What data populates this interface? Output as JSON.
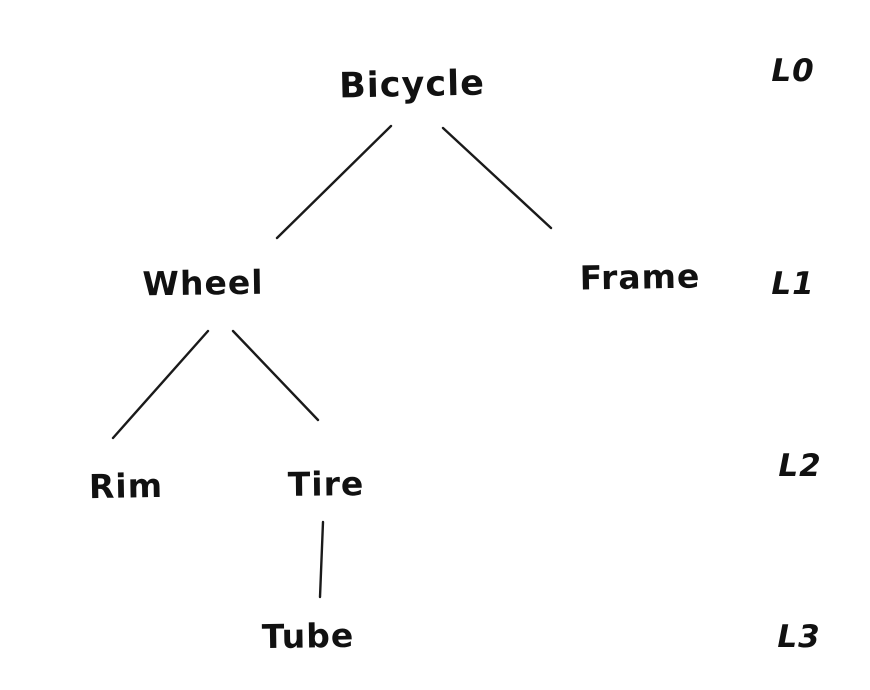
{
  "diagram": {
    "type": "tree",
    "style": "hand-drawn",
    "ink_color": "#111111",
    "background_color": "#ffffff",
    "nodes": {
      "bicycle": {
        "label": "Bicycle",
        "level": 0
      },
      "wheel": {
        "label": "Wheel",
        "level": 1
      },
      "frame": {
        "label": "Frame",
        "level": 1
      },
      "rim": {
        "label": "Rim",
        "level": 2
      },
      "tire": {
        "label": "Tire",
        "level": 2
      },
      "tube": {
        "label": "Tube",
        "level": 3
      }
    },
    "edges": [
      {
        "from": "Bicycle",
        "to": "Wheel"
      },
      {
        "from": "Bicycle",
        "to": "Frame"
      },
      {
        "from": "Wheel",
        "to": "Rim"
      },
      {
        "from": "Wheel",
        "to": "Tire"
      },
      {
        "from": "Tire",
        "to": "Tube"
      }
    ],
    "level_labels": {
      "l0": {
        "label": "L0"
      },
      "l1": {
        "label": "L1"
      },
      "l2": {
        "label": "L2"
      },
      "l3": {
        "label": "L3"
      }
    }
  }
}
